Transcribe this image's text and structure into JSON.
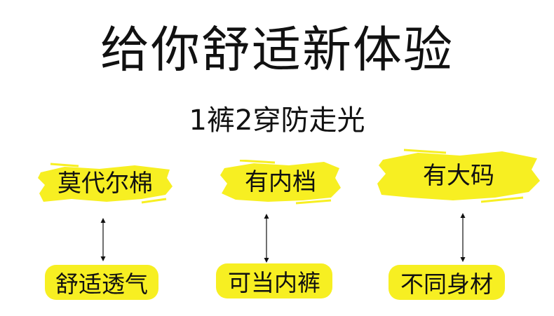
{
  "title": "给你舒适新体验",
  "subtitle": "1裤2穿防走光",
  "features": [
    {
      "top_label": "莫代尔棉",
      "bottom_label": "舒适透气"
    },
    {
      "top_label": "有内档",
      "bottom_label": "可当内裤"
    },
    {
      "top_label": "有大码",
      "bottom_label": "不同身材"
    }
  ],
  "colors": {
    "highlight": "#f7ef22",
    "text": "#111111",
    "background": "#ffffff"
  }
}
